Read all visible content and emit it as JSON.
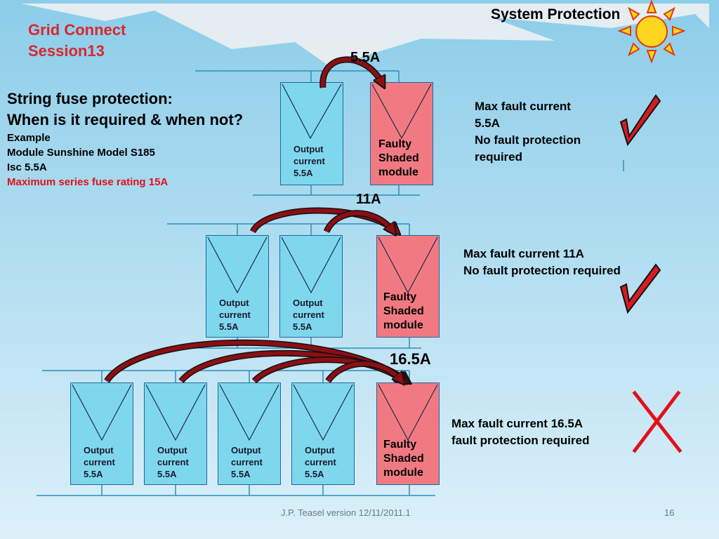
{
  "header": {
    "course_line1": "Grid Connect",
    "course_line2": "Session13",
    "section_title": "System Protection"
  },
  "intro": {
    "heading_line1": "String fuse protection:",
    "heading_line2": "When is it required & when not?",
    "example": "Example",
    "module": "Module Sunshine Model S185",
    "isc": "Isc 5.5A",
    "max_fuse": "Maximum series fuse rating 15A"
  },
  "rows": [
    {
      "current_label": "5.5A",
      "module_text": "Output\ncurrent\n5.5A",
      "faulty_text": "Faulty\nShaded\nmodule",
      "result_text": "Max fault current\n5.5A\nNo fault protection\nrequired",
      "result_icon": "check-mark-icon"
    },
    {
      "current_label": "11A",
      "module_text": "Output\ncurrent\n5.5A",
      "faulty_text": "Faulty\nShaded\nmodule",
      "result_text": "Max fault current 11A\nNo fault protection required",
      "result_icon": "check-mark-icon"
    },
    {
      "current_label": "16.5A",
      "module_text": "Output\ncurrent\n5.5A",
      "faulty_text": "Faulty\nShaded\nmodule",
      "result_text": "Max fault current 16.5A\nfault protection required",
      "result_icon": "cross-mark-icon"
    }
  ],
  "footer": {
    "version": "J.P. Teasel version 12/11/2011.1",
    "page": "16"
  },
  "colors": {
    "title_red": "#d9272e",
    "module_blue": "#7fd7ee",
    "faulty_pink": "#f17a82",
    "arrow_dark_red": "#8b0f14"
  }
}
